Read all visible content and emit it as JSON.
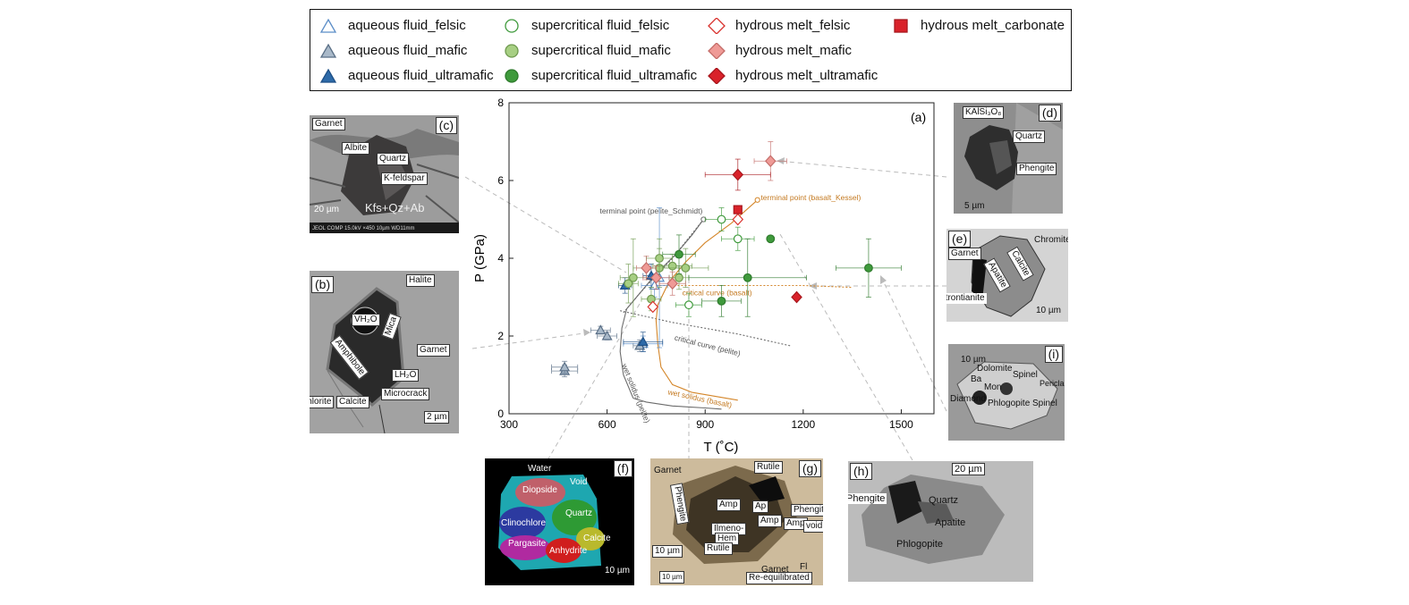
{
  "legend": {
    "items": [
      {
        "label": "aqueous fluid_felsic",
        "marker": "triangle",
        "fill": "#ffffff",
        "stroke": "#5b8dc7"
      },
      {
        "label": "aqueous fluid_mafic",
        "marker": "triangle",
        "fill": "#a9b9c9",
        "stroke": "#5a6f86"
      },
      {
        "label": "aqueous fluid_ultramafic",
        "marker": "triangle",
        "fill": "#2e6aa8",
        "stroke": "#1d4f86"
      },
      {
        "label": "supercritical fluid_felsic",
        "marker": "circle",
        "fill": "#ffffff",
        "stroke": "#3f9a3c"
      },
      {
        "label": "supercritical fluid_mafic",
        "marker": "circle",
        "fill": "#a7cf83",
        "stroke": "#6f9a4f"
      },
      {
        "label": "supercritical fluid_ultramafic",
        "marker": "circle",
        "fill": "#3f9a3c",
        "stroke": "#2e7a2c"
      },
      {
        "label": "hydrous melt_felsic",
        "marker": "diamond",
        "fill": "#ffffff",
        "stroke": "#d9312d"
      },
      {
        "label": "hydrous melt_mafic",
        "marker": "diamond",
        "fill": "#ef9a96",
        "stroke": "#c46d69"
      },
      {
        "label": "hydrous melt_ultramafic",
        "marker": "diamond",
        "fill": "#d9222a",
        "stroke": "#a8181e"
      },
      {
        "label": "hydrous melt_carbonate",
        "marker": "square",
        "fill": "#d9222a",
        "stroke": "#a8181e"
      }
    ]
  },
  "chart_data": {
    "type": "scatter",
    "panel_label": "(a)",
    "xlabel": "T (˚C)",
    "ylabel": "P (GPa)",
    "xlim": [
      300,
      1600
    ],
    "ylim": [
      0,
      8
    ],
    "xticks": [
      300,
      600,
      900,
      1200,
      1500
    ],
    "yticks": [
      0,
      2,
      4,
      6,
      8
    ],
    "curve_labels": {
      "terminal_pelite": "terminal point (pelite_Schmidt)",
      "terminal_basalt": "terminal point  (basalt_Kessel)",
      "critical_basalt": "critical curve (basalt)",
      "critical_pelite": "critical curve (pelite)",
      "wet_solidus_pelite": "wet solidus (pelite)",
      "wet_solidus_basalt": "wet solidus (basalt)"
    },
    "curve_colors": {
      "pelite": "#6b6b6b",
      "basalt": "#d4862a"
    },
    "series": [
      {
        "name": "aqueous fluid_felsic",
        "points": [
          [
            710,
            1.8,
            60,
            0.2
          ],
          [
            745,
            3.3,
            40,
            0.3
          ],
          [
            760,
            3.5,
            30,
            1.8
          ]
        ]
      },
      {
        "name": "aqueous fluid_mafic",
        "points": [
          [
            470,
            1.1,
            40,
            0.15
          ],
          [
            470,
            1.2,
            40,
            0.15
          ],
          [
            580,
            2.15,
            30,
            0.1
          ],
          [
            600,
            2.0,
            30,
            0.1
          ],
          [
            700,
            1.75,
            20,
            0.15
          ]
        ]
      },
      {
        "name": "aqueous fluid_ultramafic",
        "points": [
          [
            655,
            3.3,
            20,
            0.2
          ],
          [
            710,
            1.85,
            60,
            0.25
          ],
          [
            735,
            3.55,
            25,
            0.3
          ]
        ]
      },
      {
        "name": "supercritical fluid_felsic",
        "points": [
          [
            950,
            5.0,
            50,
            0.3
          ],
          [
            1000,
            4.5,
            50,
            0.3
          ],
          [
            850,
            2.8,
            40,
            0.3
          ]
        ]
      },
      {
        "name": "supercritical fluid_mafic",
        "points": [
          [
            665,
            3.35,
            30,
            0.5
          ],
          [
            680,
            3.5,
            40,
            1.0
          ],
          [
            760,
            3.75,
            80,
            0.5
          ],
          [
            760,
            4.0,
            40,
            0.5
          ],
          [
            800,
            3.8,
            60,
            0.3
          ],
          [
            840,
            3.75,
            70,
            0.5
          ],
          [
            820,
            3.5,
            30,
            0.3
          ],
          [
            735,
            2.95,
            30,
            0.3
          ]
        ]
      },
      {
        "name": "supercritical fluid_ultramafic",
        "points": [
          [
            820,
            4.1,
            50,
            0.5
          ],
          [
            950,
            2.9,
            60,
            0.4
          ],
          [
            1030,
            3.5,
            180,
            1.0
          ],
          [
            1100,
            4.5,
            0,
            0
          ],
          [
            1400,
            3.75,
            100,
            0.75
          ]
        ]
      },
      {
        "name": "hydrous melt_felsic",
        "points": [
          [
            1000,
            5.0,
            0,
            0
          ],
          [
            740,
            2.75,
            0,
            0
          ]
        ]
      },
      {
        "name": "hydrous melt_mafic",
        "points": [
          [
            720,
            3.75,
            30,
            0.3
          ],
          [
            750,
            3.5,
            40,
            0.3
          ],
          [
            800,
            3.35,
            40,
            0.3
          ],
          [
            1100,
            6.5,
            50,
            0.5
          ]
        ]
      },
      {
        "name": "hydrous melt_ultramafic",
        "points": [
          [
            1000,
            6.15,
            100,
            0.4
          ],
          [
            1180,
            3.0,
            0,
            0
          ]
        ]
      },
      {
        "name": "hydrous melt_carbonate",
        "points": [
          [
            1000,
            5.25,
            0,
            0
          ]
        ]
      }
    ]
  },
  "insets": {
    "c": {
      "tag": "(c)",
      "labels": [
        "Garnet",
        "Albite",
        "Quartz",
        "K-feldspar"
      ],
      "overlay": "Kfs+Qz+Ab",
      "scale": "20 µm",
      "footer": "JEOL COMP   15.0kV   ×450    10µm WD11mm"
    },
    "b": {
      "tag": "(b)",
      "labels": [
        "Halite",
        "VH₂O",
        "Mica",
        "Amphibole",
        "Garnet",
        "LH₂O",
        "Microcrack",
        "Chlorite",
        "Calcite"
      ],
      "scale": "2 µm"
    },
    "d": {
      "tag": "(d)",
      "labels": [
        "KAlSi₃O₈",
        "Quartz",
        "Phengite"
      ],
      "scale": "5 µm"
    },
    "e": {
      "tag": "(e)",
      "labels": [
        "Chromite",
        "Garnet",
        "Apatite",
        "Calcite",
        "Strontianite"
      ],
      "scale": "10 µm"
    },
    "i": {
      "tag": "(i)",
      "labels": [
        "10 µm",
        "Dolomite",
        "Ba",
        "Mon",
        "Spinel",
        "Periclase",
        "Diamond",
        "Phlogopite",
        "Spinel"
      ]
    },
    "f": {
      "tag": "(f)",
      "labels": [
        "Water",
        "Void",
        "Diopside",
        "Clinochlore",
        "Quartz",
        "Calcite",
        "Pargasite",
        "Anhydrite"
      ],
      "scale": "10 µm"
    },
    "g": {
      "tag": "(g)",
      "labels": [
        "Garnet",
        "Rutile",
        "Amp",
        "Ap",
        "Amp",
        "Phengite",
        "Phengite",
        "Amp",
        "void",
        "Ilmeno-",
        "Hem",
        "Rutile",
        "Garnet",
        "Fl",
        "Re-equilibrated"
      ],
      "scale": "10 µm",
      "scale2": "10 µm"
    },
    "h": {
      "tag": "(h)",
      "labels": [
        "Phengite",
        "Quartz",
        "Apatite",
        "Phlogopite"
      ],
      "scale": "20 µm"
    }
  }
}
